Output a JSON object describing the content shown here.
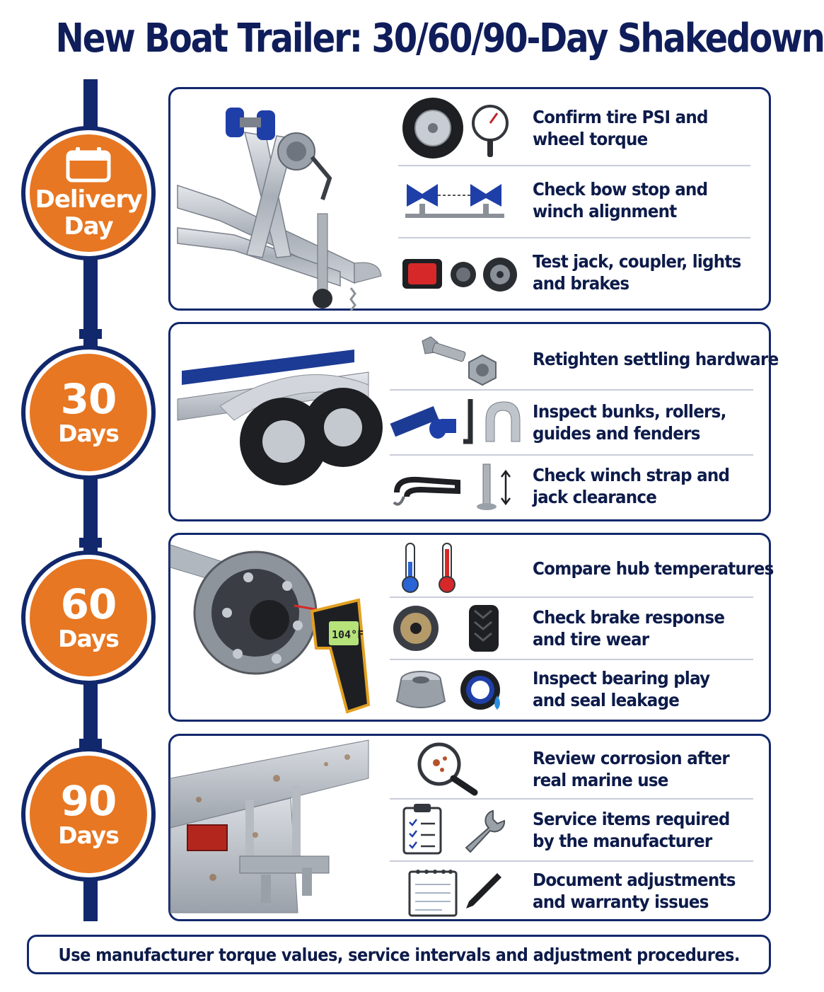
{
  "title": "New Boat Trailer: 30/60/90-Day Shakedown",
  "stages": [
    {
      "badge_line1": "Delivery",
      "badge_line2": "Day",
      "items": [
        {
          "line1": "Confirm tire PSI and",
          "line2": "wheel torque"
        },
        {
          "line1": "Check bow stop and",
          "line2": "winch alignment"
        },
        {
          "line1": "Test jack, coupler, lights",
          "line2": "and brakes"
        }
      ]
    },
    {
      "badge_line1": "30",
      "badge_line2": "Days",
      "items": [
        {
          "line1": "Retighten settling hardware",
          "line2": ""
        },
        {
          "line1": "Inspect bunks, rollers,",
          "line2": "guides and fenders"
        },
        {
          "line1": "Check winch strap and",
          "line2": "jack clearance"
        }
      ]
    },
    {
      "badge_line1": "60",
      "badge_line2": "Days",
      "thermometer_reading": "104°F",
      "items": [
        {
          "line1": "Compare hub temperatures",
          "line2": ""
        },
        {
          "line1": "Check brake response",
          "line2": "and tire wear"
        },
        {
          "line1": "Inspect bearing play",
          "line2": "and seal leakage"
        }
      ]
    },
    {
      "badge_line1": "90",
      "badge_line2": "Days",
      "items": [
        {
          "line1": "Review corrosion after",
          "line2": "real marine use"
        },
        {
          "line1": "Service items required",
          "line2": "by the manufacturer"
        },
        {
          "line1": "Document adjustments",
          "line2": "and warranty issues"
        }
      ]
    }
  ],
  "footer": "Use manufacturer torque values, service intervals and adjustment procedures.",
  "colors": {
    "navy": "#12286c",
    "orange": "#e77722",
    "text": "#0d1b4a",
    "blue_part": "#1f3fa8",
    "galvanized": "#b9bec6"
  },
  "icons": [
    "calendar-icon",
    "tire-icon",
    "pressure-gauge-icon",
    "bow-stop-rollers-icon",
    "tail-light-icon",
    "connector-plug-icon",
    "brake-drum-icon",
    "bolt-icon",
    "nut-icon",
    "bunk-board-icon",
    "keel-roller-icon",
    "guide-post-icon",
    "fender-icon",
    "winch-strap-icon",
    "jack-foot-icon",
    "cold-thermometer-icon",
    "hot-thermometer-icon",
    "brake-assembly-icon",
    "tire-tread-icon",
    "tapered-bearing-icon",
    "grease-seal-icon",
    "magnifier-corrosion-icon",
    "checklist-clipboard-icon",
    "wrench-icon",
    "notepad-icon",
    "pen-icon"
  ]
}
